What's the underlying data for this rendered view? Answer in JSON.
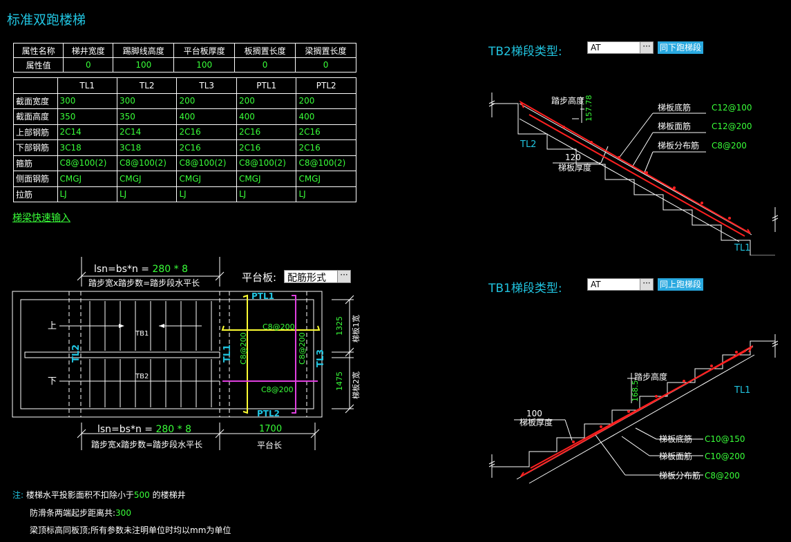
{
  "title": "标准双跑楼梯",
  "attr_table": {
    "headers": [
      "属性名称",
      "梯井宽度",
      "踢脚线高度",
      "平台板厚度",
      "板搁置长度",
      "梁搁置长度"
    ],
    "row_label": "属性值",
    "values": [
      "0",
      "100",
      "100",
      "0",
      "0"
    ]
  },
  "beam_table": {
    "columns": [
      "TL1",
      "TL2",
      "TL3",
      "PTL1",
      "PTL2"
    ],
    "rows": [
      {
        "label": "截面宽度",
        "values": [
          "300",
          "300",
          "200",
          "200",
          "200"
        ]
      },
      {
        "label": "截面高度",
        "values": [
          "350",
          "350",
          "400",
          "400",
          "400"
        ]
      },
      {
        "label": "上部钢筋",
        "values": [
          "2C14",
          "2C14",
          "2C16",
          "2C16",
          "2C16"
        ]
      },
      {
        "label": "下部钢筋",
        "values": [
          "3C18",
          "3C18",
          "2C16",
          "2C16",
          "2C16"
        ]
      },
      {
        "label": "箍筋",
        "values": [
          "C8@100(2)",
          "C8@100(2)",
          "C8@100(2)",
          "C8@100(2)",
          "C8@100(2)"
        ]
      },
      {
        "label": "侧面钢筋",
        "values": [
          "CMGJ",
          "CMGJ",
          "CMGJ",
          "CMGJ",
          "CMGJ"
        ]
      },
      {
        "label": "拉筋",
        "values": [
          "LJ",
          "LJ",
          "LJ",
          "LJ",
          "LJ"
        ]
      }
    ]
  },
  "quick_input": "梯梁快速输入",
  "plan": {
    "formula_top_a": "lsn=bs*n = ",
    "formula_top_b": "280 * 8",
    "formula_sub": "踏步宽x踏步数=踏步段水平长",
    "formula_bottom_a": "lsn=bs*n = ",
    "formula_bottom_b": "280 * 8",
    "platform_label": "平台板:",
    "platform_value": "配筋形式",
    "up": "上",
    "down": "下",
    "tb1": "TB1",
    "tb2": "TB2",
    "tl1": "TL1",
    "tl2": "TL2",
    "tl3": "TL3",
    "ptl1": "PTL1",
    "ptl2": "PTL2",
    "rebar_top": "C8@200",
    "rebar_bottom": "C8@200",
    "rebar_left": "C8@200",
    "rebar_right": "C8@200",
    "dim_1325": "1325",
    "dim_1475": "1475",
    "width1": "梯板1宽",
    "width2": "梯板2宽",
    "dim_1700": "1700",
    "platform_len": "平台长"
  },
  "tb2": {
    "label": "TB2梯段类型:",
    "value": "AT",
    "button": "同下跑梯段",
    "step_height": "踏步高度",
    "step_height_val": "157.78",
    "bottom_rebar": "梯板底筋",
    "bottom_rebar_val": "C12@100",
    "top_rebar": "梯板面筋",
    "top_rebar_val": "C12@200",
    "dist_rebar": "梯板分布筋",
    "dist_rebar_val": "C8@200",
    "thickness_val": "120",
    "thickness": "梯板厚度",
    "tl2": "TL2",
    "tl1": "TL1"
  },
  "tb1": {
    "label": "TB1梯段类型:",
    "value": "AT",
    "button": "同上跑梯段",
    "step_height": "踏步高度",
    "step_height_val": "168.5",
    "bottom_rebar": "梯板底筋",
    "bottom_rebar_val": "C10@150",
    "top_rebar": "梯板面筋",
    "top_rebar_val": "C10@200",
    "dist_rebar": "梯板分布筋",
    "dist_rebar_val": "C8@200",
    "thickness_val": "100",
    "thickness": "梯板厚度",
    "tl1": "TL1"
  },
  "notes": {
    "prefix": "注:",
    "line1_a": "楼梯水平投影面积不扣除小于",
    "line1_b": "500",
    "line1_c": " 的楼梯井",
    "line2_a": "防滑条两端起步距离共:",
    "line2_b": "300",
    "line3": "梁顶标高同板顶;所有参数未注明单位时均以mm为单位"
  },
  "colors": {
    "cyan": "#21c4e0",
    "green": "#39ff39",
    "yellow": "#ffff33",
    "magenta": "#e040e0",
    "red": "#ff2020"
  }
}
